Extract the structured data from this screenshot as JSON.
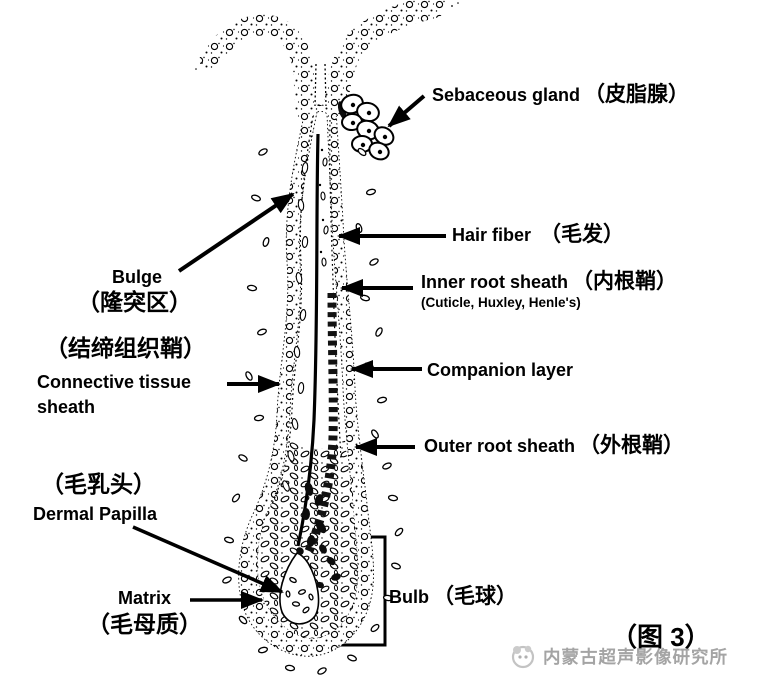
{
  "colors": {
    "ink": "#000000",
    "watermark_gray": "#9b9b9b",
    "background": "#ffffff"
  },
  "labels": {
    "sebaceous_gland": {
      "en": "Sebaceous gland",
      "cn": "（皮脂腺）"
    },
    "hair_fiber": {
      "en": "Hair fiber",
      "cn": "（毛发）"
    },
    "inner_root_sheath": {
      "en": "Inner root sheath",
      "cn": "（内根鞘）",
      "sub": "(Cuticle, Huxley, Henle's)"
    },
    "companion_layer": {
      "en": "Companion layer"
    },
    "outer_root_sheath": {
      "en": "Outer root sheath",
      "cn": "（外根鞘）"
    },
    "bulge": {
      "en": "Bulge",
      "cn": "（隆突区）"
    },
    "connective_tissue_sheath": {
      "cn": "（结缔组织鞘）",
      "en_line1": "Connective tissue",
      "en_line2": "sheath"
    },
    "dermal_papilla": {
      "cn": "（毛乳头）",
      "en": "Dermal Papilla"
    },
    "matrix": {
      "en": "Matrix",
      "cn": "（毛母质）"
    },
    "bulb": {
      "en": "Bulb",
      "cn": "（毛球）"
    }
  },
  "footer": {
    "figure_label": "（图 3）",
    "watermark_text": "内蒙古超声影像研究所"
  }
}
